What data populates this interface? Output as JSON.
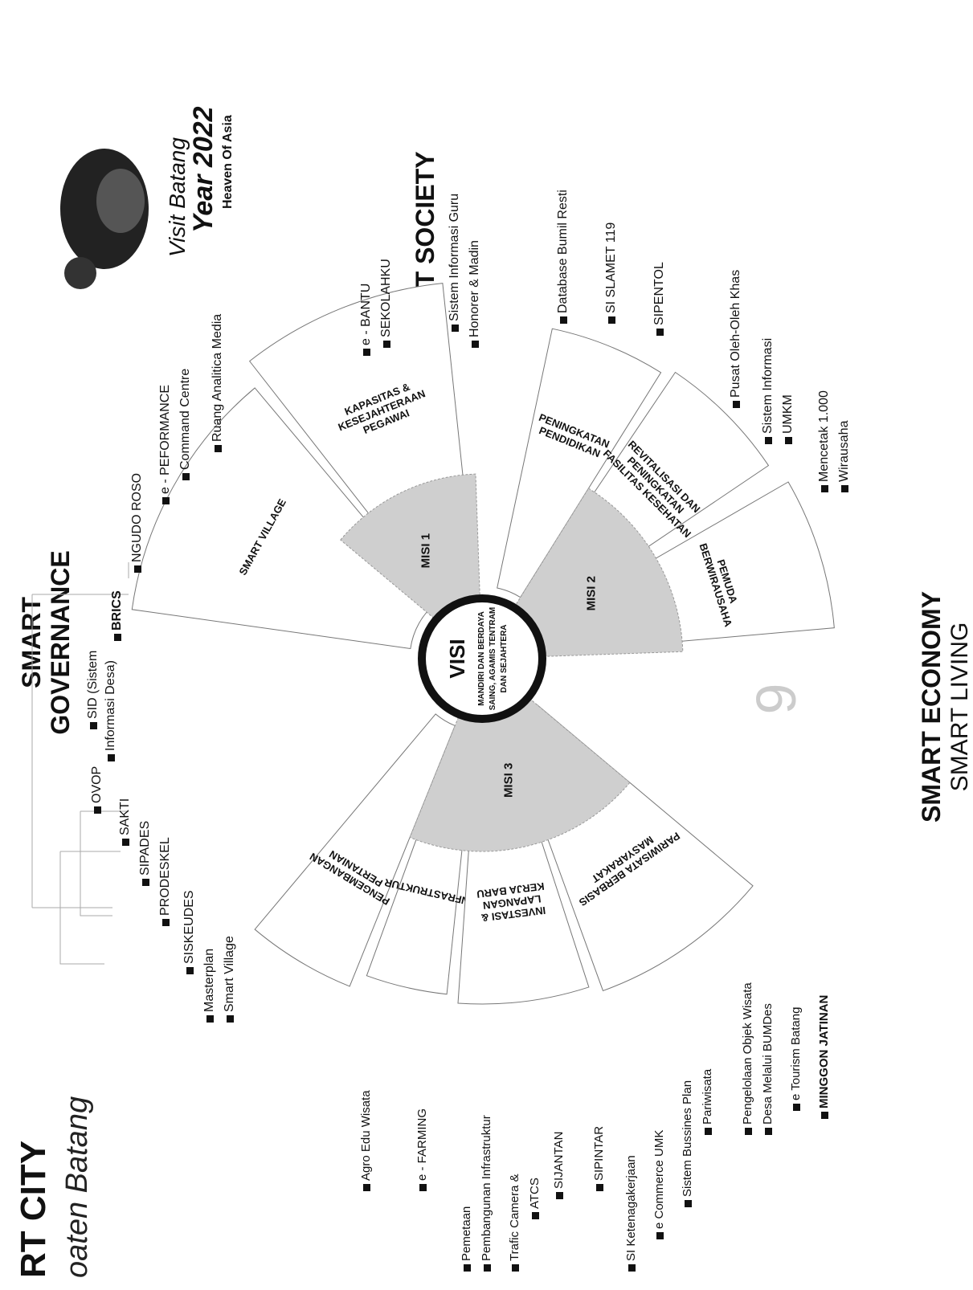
{
  "title": {
    "city": "RT CITY",
    "region": "oaten Batang"
  },
  "sections": {
    "governance": "SMART GOVERNANCE",
    "society": "SMART SOCIETY",
    "economy": "SMART ECONOMY",
    "living": "SMART LIVING"
  },
  "visit_logo": {
    "line1": "Visit Batang",
    "line2": "Year 2022",
    "line3": "Heaven Of Asia"
  },
  "visi": {
    "title": "VISI",
    "text": [
      "MANDIRI DAN BERDAYA",
      "SAING, AGAMIS TENTRAM",
      "DAN SEJAHTERA"
    ]
  },
  "misi": {
    "m1": "MISI 1",
    "m2": "MISI 2",
    "m3": "MISI 3"
  },
  "programs": {
    "kapasitas": [
      "KAPASITAS &",
      "KESEJAHTERAAN",
      "PEGAWAI"
    ],
    "smart_village": "SMART VILLAGE",
    "pendidikan": [
      "PENINGKATAN",
      "PENDIDIKAN"
    ],
    "kesehatan": [
      "REVITALISASI DAN",
      "PENINGKATAN",
      "FASILITAS KESEHATAN"
    ],
    "pemuda": [
      "PEMUDA",
      "BERWIRAUSAHA"
    ],
    "pertanian": [
      "PENGEMBANGAN",
      "PERTANIAN"
    ],
    "infrastruktur": "INFRASTRUKTUR",
    "investasi": [
      "INVESTASI &",
      "LAPANGAN",
      "KERJA BARU"
    ],
    "pariwisata": [
      "PARIWISATA BERBASIS",
      "MASYARAKAT"
    ]
  },
  "governance_items": [
    "SID (Sistem",
    "Informasi Desa)",
    "OVOP",
    "SAKTI",
    "SIPADES",
    "PRODESKEL",
    "SISKEUDES",
    "Masterplan",
    "Smart Village",
    "BRICS",
    "NGUDO ROSO",
    "e - PEFORMANCE",
    "Command Centre",
    "Ruang Analitica Media"
  ],
  "society_items": [
    "e - BANTU",
    "SEKOLAHKU",
    "Sistem Informasi Guru",
    "Honorer & Madin",
    "Database Bumil Resti",
    "SI SLAMET 119",
    "SIPENTOL",
    "Pusat Oleh-Oleh Khas",
    "Sistem Informasi",
    "UMKM",
    "Mencetak 1.000",
    "Wirausaha"
  ],
  "living_items": [
    "Agro Edu Wisata",
    "e - FARMING",
    "Pemetaan",
    "Pembangunan Infrastruktur",
    "Trafic Camera &",
    "ATCS",
    "SIJANTAN",
    "SIPINTAR",
    "SI Ketenagakerjaan",
    "e Commerce UMK",
    "Sistem Bussines Plan",
    "Pariwisata",
    "Pengelolaan Objek Wisata",
    "Desa Melalui BUMDes",
    "e Tourism Batang",
    "MINGGON JATINAN"
  ],
  "page_number": "9"
}
